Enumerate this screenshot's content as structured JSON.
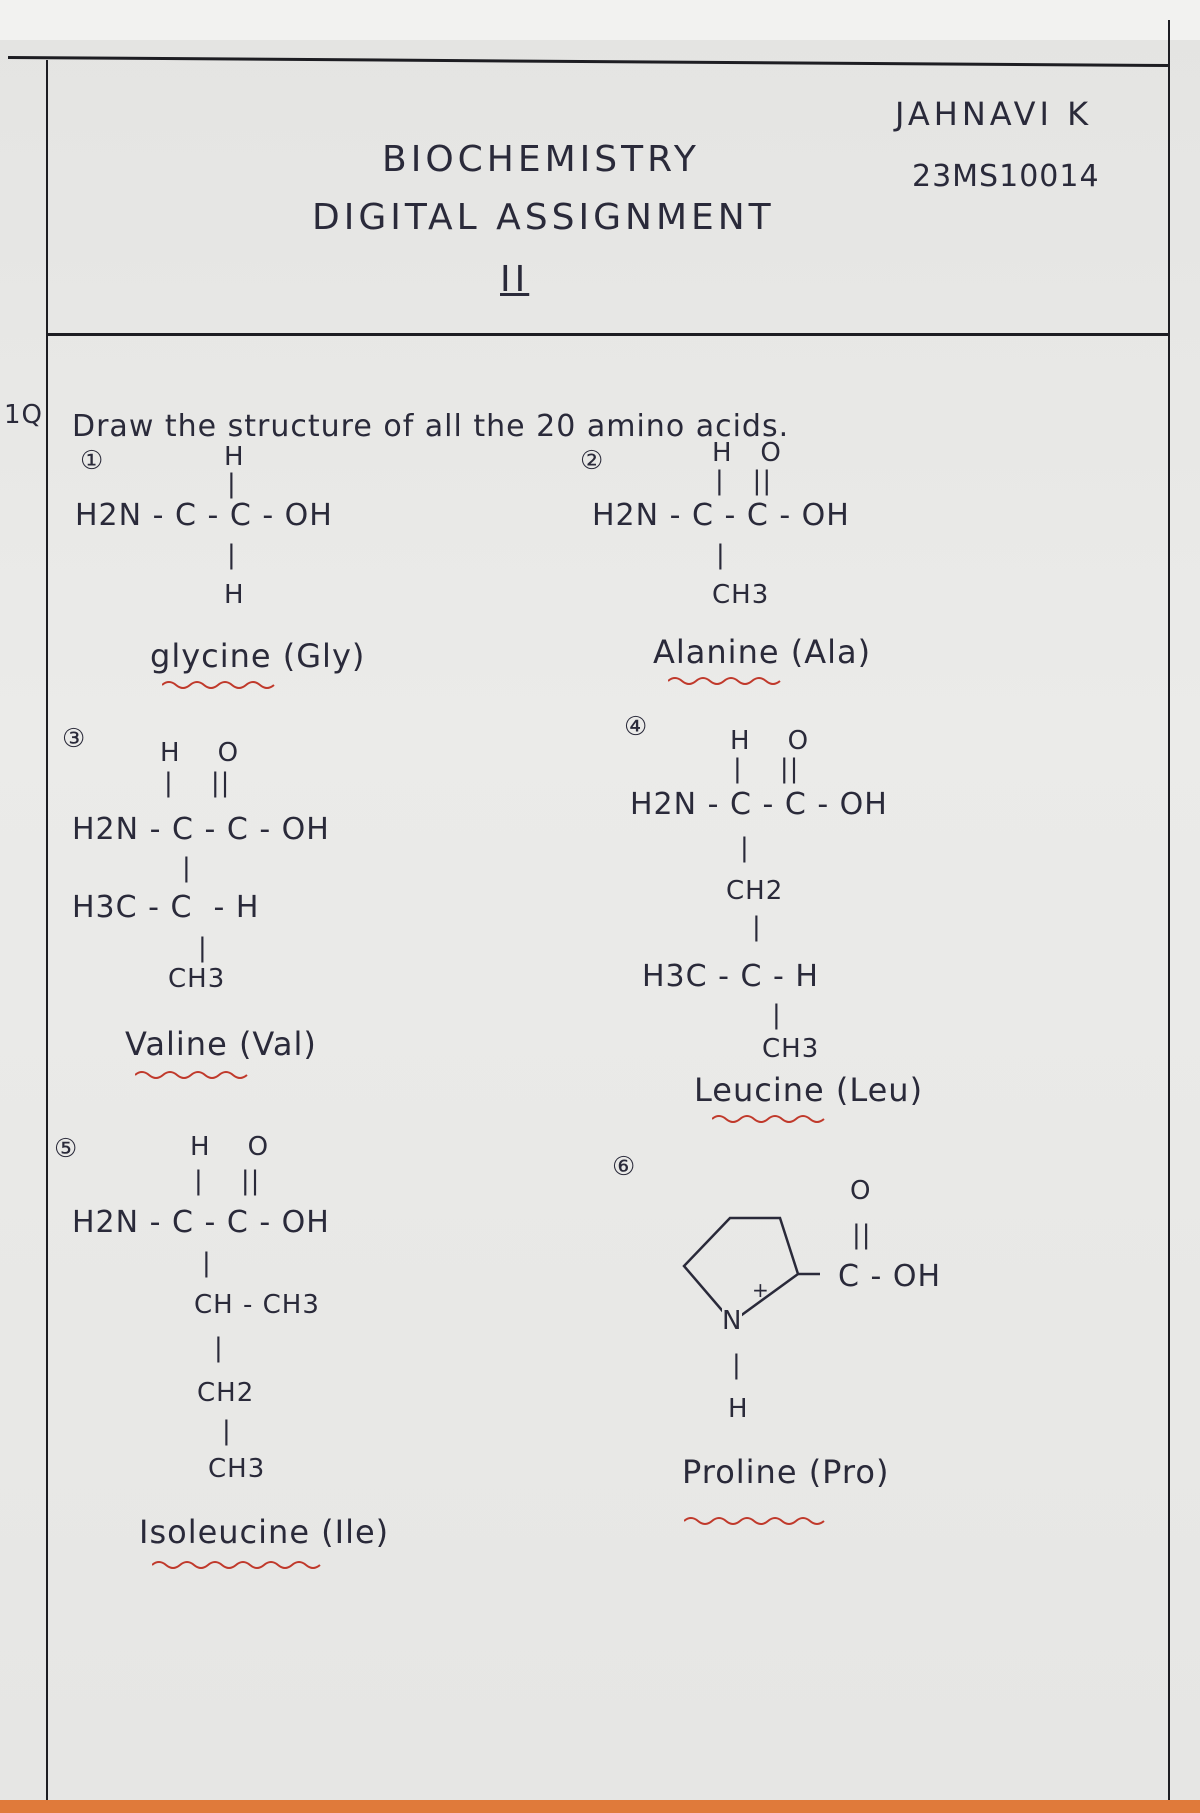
{
  "header": {
    "title_line1": "BIOCHEMISTRY",
    "title_line2": "DIGITAL ASSIGNMENT",
    "title_line3": "II",
    "student_name": "JAHNAVI K",
    "student_id": "23MS10014"
  },
  "question": {
    "number": "1Q",
    "text": "Draw the structure of all the 20 amino acids."
  },
  "structures": [
    {
      "number": "①",
      "top": "H",
      "main": "H2N - C - C - OH",
      "bond": "|",
      "below": [
        "H"
      ],
      "name": "glycine (Gly)"
    },
    {
      "number": "②",
      "top": "H   O",
      "top_bonds": "|   ||",
      "main": "H2N - C - C - OH",
      "bond": "|",
      "below": [
        "CH3"
      ],
      "name": "Alanine (Ala)"
    },
    {
      "number": "③",
      "top": "H    O",
      "top_bonds": "|    ||",
      "main": "H2N - C - C - OH",
      "bond": "|",
      "below": [
        "H3C - C  - H",
        "CH3"
      ],
      "name": "Valine (Val)"
    },
    {
      "number": "④",
      "top": "H    O",
      "top_bonds": "|    ||",
      "main": "H2N - C - C - OH",
      "bond": "|",
      "below": [
        "CH2",
        "H3C - C - H",
        "CH3"
      ],
      "name": "Leucine (Leu)"
    },
    {
      "number": "⑤",
      "top": "H    O",
      "top_bonds": "|    ||",
      "main": "H2N - C - C - OH",
      "bond": "|",
      "below": [
        "CH - CH3",
        "CH2",
        "CH3"
      ],
      "name": "Isoleucine (Ile)"
    },
    {
      "number": "⑥",
      "ring_atom": "N",
      "charge": "+",
      "carbonyl_o": "O",
      "carbonyl_bond": "||",
      "acid": "C - OH",
      "bond": "|",
      "below": [
        "H"
      ],
      "name": "Proline (Pro)"
    }
  ],
  "colors": {
    "ink": "#2a2a3a",
    "underline": "#c0392b",
    "paper": "#e8e8e6",
    "edge": "#e07a3a"
  }
}
